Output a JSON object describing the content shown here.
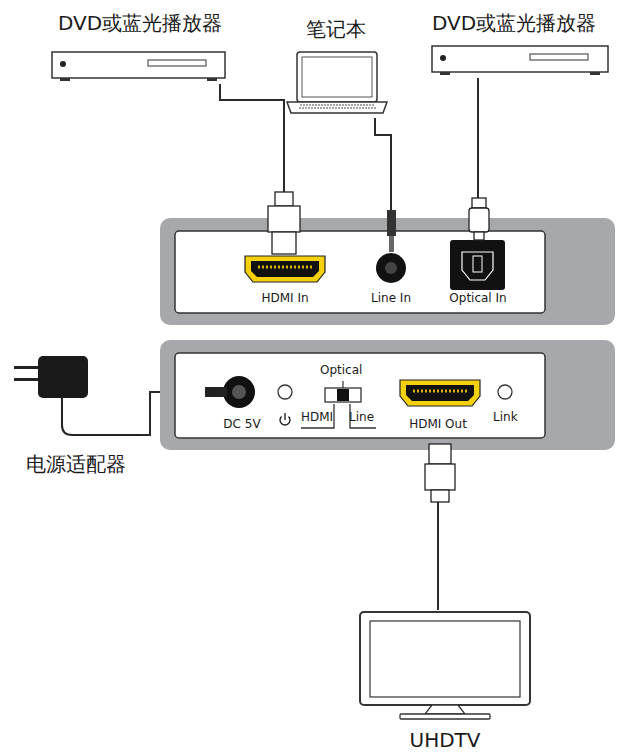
{
  "diagram": {
    "nodes": [
      {
        "text": [
          "DVD或蓝光播放器"
        ]
      },
      {
        "text": [
          "笔记本"
        ]
      },
      {
        "text": [
          "DVD或蓝光播放器"
        ]
      },
      {
        "text": [
          "HDMI In"
        ]
      },
      {
        "text": [
          "Line In"
        ]
      },
      {
        "text": [
          "Optical In"
        ]
      },
      {
        "text": [
          "电源适配器"
        ]
      },
      {
        "text": [
          "DC 5V"
        ]
      },
      {
        "text": [
          "HDMI Out"
        ]
      },
      {
        "text": [
          "UHDTV"
        ]
      }
    ],
    "edges": [
      {
        "from": 0,
        "to": 3,
        "arrow": "none"
      },
      {
        "from": 1,
        "to": 4,
        "arrow": "none"
      },
      {
        "from": 2,
        "to": 5,
        "arrow": "none"
      },
      {
        "from": 6,
        "to": 7,
        "arrow": "none"
      },
      {
        "from": 8,
        "to": 9,
        "arrow": "none"
      }
    ],
    "labels": [
      "Optical",
      "HDMI",
      "Line",
      "Link"
    ]
  }
}
